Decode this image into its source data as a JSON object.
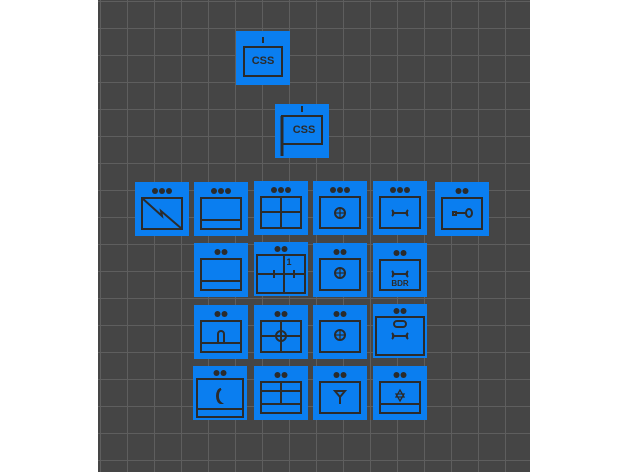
{
  "colors": {
    "tile": "#0a7ef0",
    "canvas": "#454545",
    "stroke": "#2b2b2b"
  },
  "tiles": [
    {
      "icon": "css-box-icon",
      "label": "CSS"
    },
    {
      "icon": "css-flag-icon",
      "label": "CSS"
    },
    {
      "icon": "window-diagonal-icon"
    },
    {
      "icon": "window-footer-icon"
    },
    {
      "icon": "window-quad-icon"
    },
    {
      "icon": "window-wheel-icon"
    },
    {
      "icon": "window-bone-icon"
    },
    {
      "icon": "window-key-icon"
    },
    {
      "icon": "window-footer-icon"
    },
    {
      "icon": "window-quad-ticks-icon",
      "label": "1"
    },
    {
      "icon": "window-wheel-footer-icon"
    },
    {
      "icon": "window-bone-border-icon",
      "label": "BDR"
    },
    {
      "icon": "window-arch-icon"
    },
    {
      "icon": "window-quad-wheel-icon"
    },
    {
      "icon": "window-wheel-icon"
    },
    {
      "icon": "window-pill-bone-icon"
    },
    {
      "icon": "window-crescent-icon"
    },
    {
      "icon": "window-table-icon"
    },
    {
      "icon": "window-funnel-icon"
    },
    {
      "icon": "window-star-icon"
    }
  ]
}
